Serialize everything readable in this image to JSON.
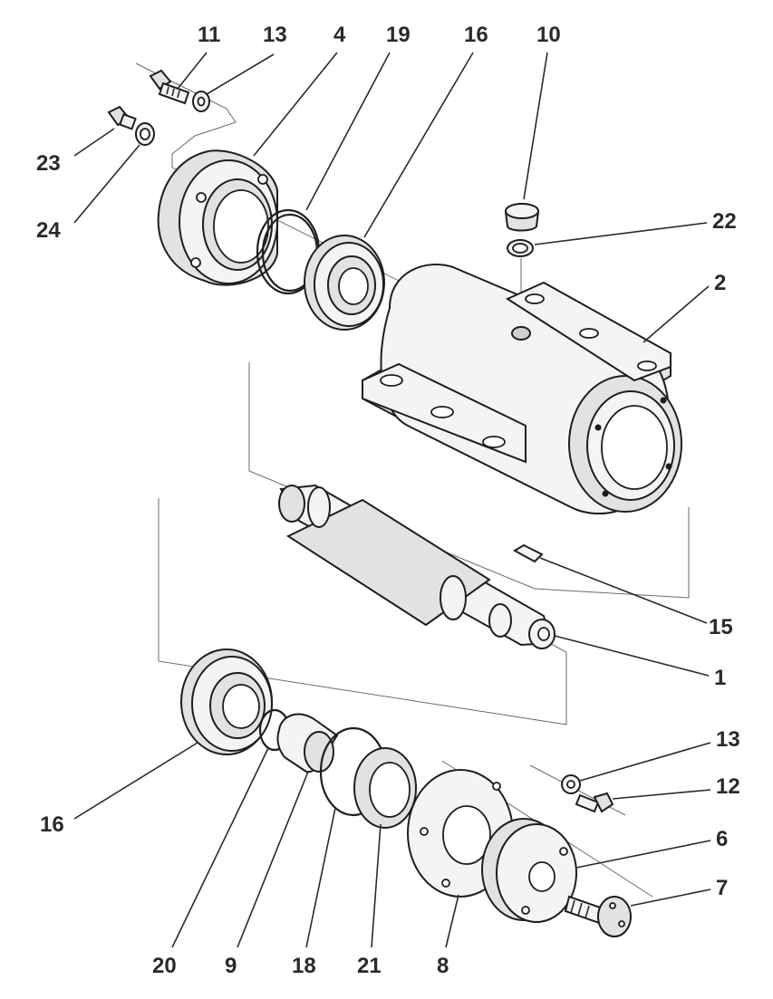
{
  "callouts": [
    {
      "id": "11",
      "text": "11"
    },
    {
      "id": "13a",
      "text": "13"
    },
    {
      "id": "4",
      "text": "4"
    },
    {
      "id": "19",
      "text": "19"
    },
    {
      "id": "16a",
      "text": "16"
    },
    {
      "id": "10",
      "text": "10"
    },
    {
      "id": "23",
      "text": "23"
    },
    {
      "id": "24",
      "text": "24"
    },
    {
      "id": "22",
      "text": "22"
    },
    {
      "id": "2",
      "text": "2"
    },
    {
      "id": "15",
      "text": "15"
    },
    {
      "id": "1",
      "text": "1"
    },
    {
      "id": "13b",
      "text": "13"
    },
    {
      "id": "12",
      "text": "12"
    },
    {
      "id": "16b",
      "text": "16"
    },
    {
      "id": "6",
      "text": "6"
    },
    {
      "id": "7",
      "text": "7"
    },
    {
      "id": "20",
      "text": "20"
    },
    {
      "id": "9",
      "text": "9"
    },
    {
      "id": "18",
      "text": "18"
    },
    {
      "id": "21",
      "text": "21"
    },
    {
      "id": "8",
      "text": "8"
    }
  ]
}
